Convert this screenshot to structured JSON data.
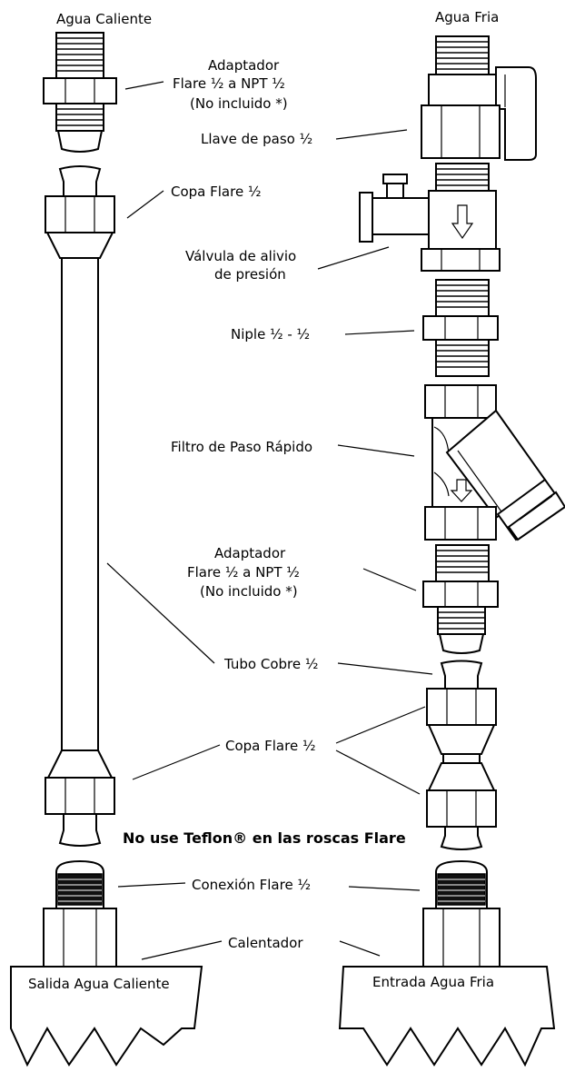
{
  "columns": {
    "hot_title": "Agua Caliente",
    "cold_title": "Agua Fria"
  },
  "labels": {
    "adaptador_top_l1": "Adaptador",
    "adaptador_top_l2": "Flare ½ a NPT ½",
    "adaptador_top_l3": "(No incluido *)",
    "llave_paso": "Llave de paso ½",
    "copa_flare_top": "Copa Flare ½",
    "valvula_l1": "Válvula de alivio",
    "valvula_l2": "de presión",
    "niple": "Niple ½ - ½",
    "filtro": "Filtro de Paso Rápido",
    "adaptador_mid_l1": "Adaptador",
    "adaptador_mid_l2": "Flare ½ a NPT ½",
    "adaptador_mid_l3": "(No incluido *)",
    "tubo_cobre": "Tubo Cobre ½",
    "copa_flare_bottom": "Copa Flare ½",
    "warning": "No use Teflon® en las roscas Flare",
    "conexion_flare": "Conexión Flare ½",
    "calentador": "Calentador",
    "salida": "Salida Agua Caliente",
    "entrada": "Entrada Agua Fria"
  }
}
